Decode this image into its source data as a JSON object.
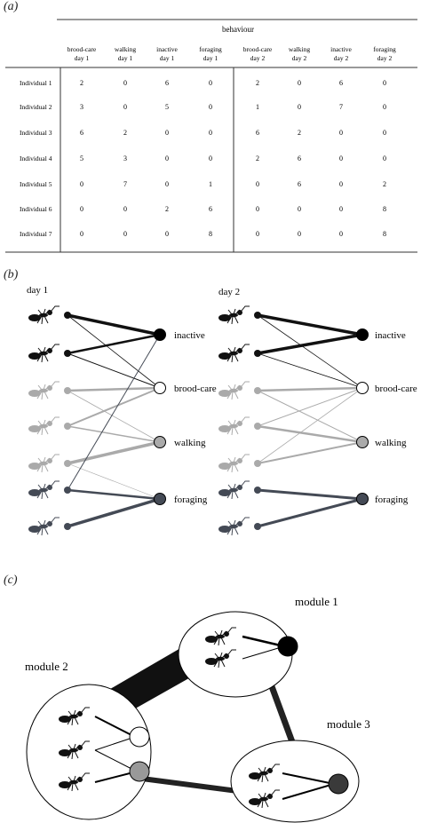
{
  "panel_a": {
    "label": "(a)",
    "group_header": "behaviour",
    "columns": [
      [
        "brood-care",
        "day 1"
      ],
      [
        "walking",
        "day 1"
      ],
      [
        "inactive",
        "day 1"
      ],
      [
        "foraging",
        "day 1"
      ],
      [
        "brood-care",
        "day 2"
      ],
      [
        "walking",
        "day 2"
      ],
      [
        "inactive",
        "day 2"
      ],
      [
        "foraging",
        "day 2"
      ]
    ],
    "rows": [
      {
        "name": "Individual 1",
        "values": [
          2,
          0,
          6,
          0,
          2,
          0,
          6,
          0
        ]
      },
      {
        "name": "Individual 2",
        "values": [
          3,
          0,
          5,
          0,
          1,
          0,
          7,
          0
        ]
      },
      {
        "name": "Individual 3",
        "values": [
          6,
          2,
          0,
          0,
          6,
          2,
          0,
          0
        ]
      },
      {
        "name": "Individual 4",
        "values": [
          5,
          3,
          0,
          0,
          2,
          6,
          0,
          0
        ]
      },
      {
        "name": "Individual 5",
        "values": [
          0,
          7,
          0,
          1,
          0,
          6,
          0,
          2
        ]
      },
      {
        "name": "Individual 6",
        "values": [
          0,
          0,
          2,
          6,
          0,
          0,
          0,
          8
        ]
      },
      {
        "name": "Individual 7",
        "values": [
          0,
          0,
          0,
          8,
          0,
          0,
          0,
          8
        ]
      }
    ]
  },
  "panel_b": {
    "label": "(b)",
    "days": [
      "day 1",
      "day 2"
    ],
    "behaviours": [
      "inactive",
      "brood-care",
      "walking",
      "foraging"
    ],
    "individual_colors": [
      "#111111",
      "#111111",
      "#aaaaaa",
      "#aaaaaa",
      "#aaaaaa",
      "#444a55",
      "#444a55"
    ],
    "behaviour_colors": [
      "#000000",
      "#ffffff",
      "#aaaaaa",
      "#444a55"
    ]
  },
  "panel_c": {
    "label": "(c)",
    "modules": [
      "module 1",
      "module 2",
      "module 3"
    ],
    "module_colors": [
      "#000000",
      "#ffffff",
      "#999999",
      "#3a3a3a"
    ]
  }
}
